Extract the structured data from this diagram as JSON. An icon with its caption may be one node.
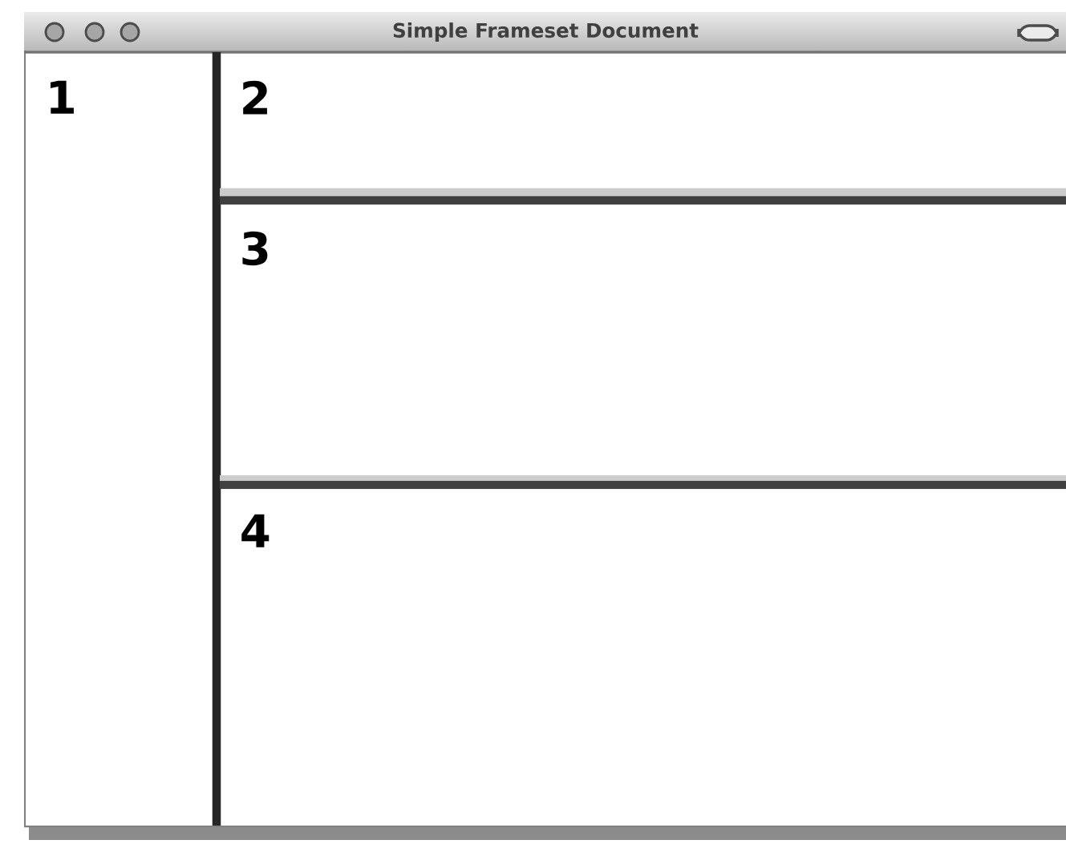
{
  "diagram": {
    "nodes": [
      {
        "text": [
          "Simple Frameset Document"
        ]
      },
      {
        "text": [
          "1"
        ],
        "in": 0
      },
      {
        "text": [
          "2"
        ],
        "in": 0
      },
      {
        "text": [
          "3"
        ],
        "in": 0
      },
      {
        "text": [
          "4"
        ],
        "in": 0
      }
    ]
  }
}
